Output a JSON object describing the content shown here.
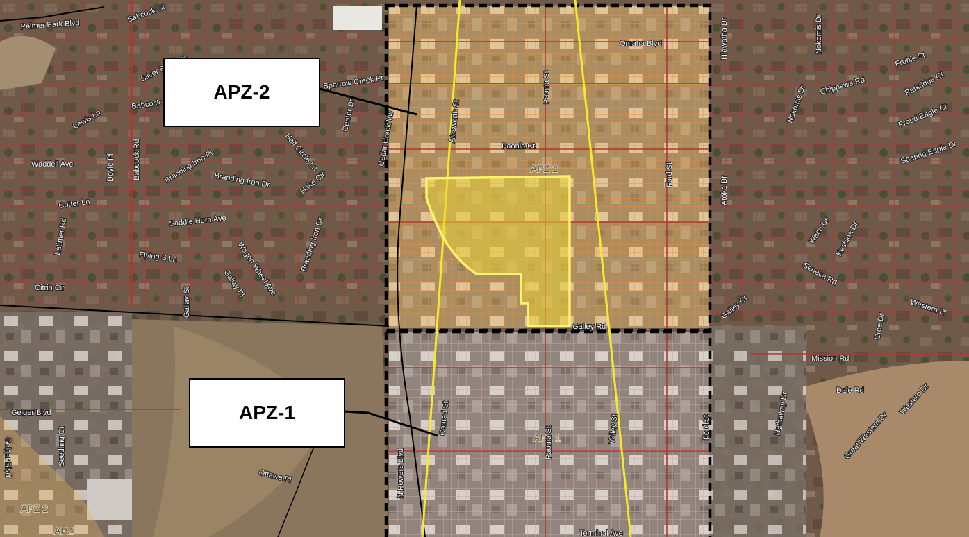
{
  "callouts": {
    "apz2": "APZ-2",
    "apz1": "APZ-1"
  },
  "zone_labels": {
    "apz2_map": "APZ 2",
    "apz1_map": "APZ 1",
    "apz2_corner": "APZ 2",
    "apz_corner": "APZ"
  },
  "streets": {
    "palmer_park": "Palmer Park Blvd",
    "babcock_ct": "Babcock Ct",
    "silver_bow": "Silver Bow Ave",
    "babcock_top": "Babcock",
    "babcock_rd": "Babcock Rd",
    "lewis": "Lewis Ln",
    "waddell": "Waddell Ave",
    "doyle": "Doyle Pl",
    "latimer": "Latimer Rd",
    "cotter": "Cotter Ln",
    "citrin": "Citrin Cir",
    "flying_s": "Flying S Ln",
    "gallay_st": "Gallay St",
    "branding_pl": "Branding Iron Pl",
    "branding_dr": "Branding Iron Dr",
    "saddle_horn": "Saddle Horn Ave",
    "wagon_wheel": "Wagon Wheel Ave",
    "gallay_pl": "Gallay Pl",
    "hoke": "Hoke Cir",
    "half_circle": "Half Circle Ln",
    "sparrow_creek": "Sparrow Creek Pt",
    "cedar_creek": "Cedar Creek Vw",
    "center": "Center Dr",
    "branding_rd": "Branding Iron Dr",
    "ainsworth": "Ainsworth St",
    "paonia_st": "Paonia St",
    "paonia_ct": "Paonia Ct",
    "omaha": "Omaha Blvd",
    "ford": "Ford St",
    "hiawatha": "Hiawatha Dr",
    "nokomis": "Nokomis Dr",
    "nokomis_ch": "Nokomis Dr",
    "chippewa": "Chippewa Rd",
    "frobie": "Frobie St",
    "parkridge": "Parkridge Ct",
    "proud_eagle": "Proud Eagle Ct",
    "soaring_eagle": "Soaring Eagle Dr",
    "atoka": "Atoka Dr",
    "waco": "Waco Dr",
    "keshina": "Keshina Dr",
    "seneca": "Seneca Rd",
    "gallay_ct": "Galley Ct",
    "galley_rd": "Galley Rd",
    "western_pl": "Western Pl",
    "cree": "Cree Dr",
    "mission": "Mission Rd",
    "dale": "Dale Rd",
    "western_dr": "Western Dr",
    "great_western": "Great Western Dr",
    "hathaway": "Hathaway Dr",
    "geiger": "Geiger Blvd",
    "seedling": "Seedling Ct",
    "ottawa": "Ottawa Pl",
    "powers": "N Powers Blvd",
    "conrad": "Conrad St",
    "paonia_s": "Paonia St",
    "valley": "Valley St",
    "ford_s": "Ford St",
    "terminal": "Terminal Ave",
    "geiger_side": "Geiger Blvd"
  }
}
